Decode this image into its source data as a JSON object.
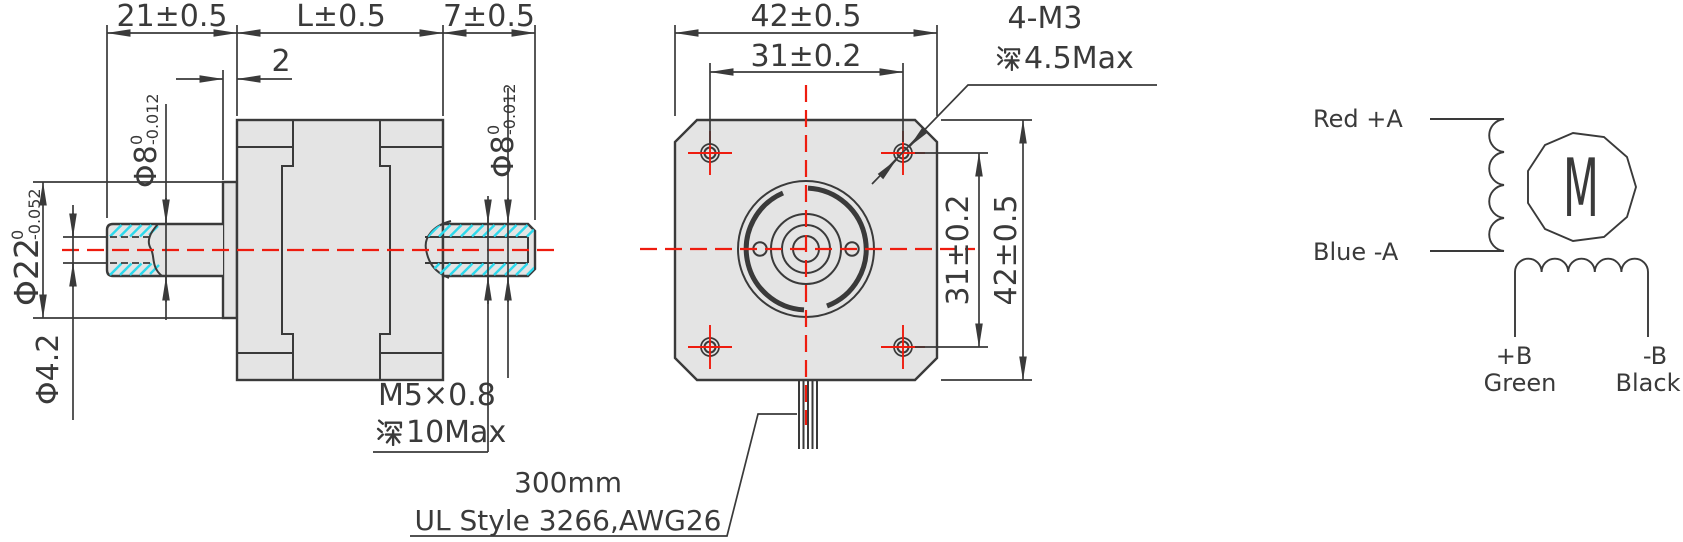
{
  "drawing": {
    "colors": {
      "line": "#3a3a3a",
      "centerline_red": "#ee1c0f",
      "thread_hatch_cyan": "#2dd9ec",
      "body_fill": "#e4e4e4",
      "background": "#ffffff"
    },
    "side_view": {
      "front_shaft_length": "21±0.5",
      "body_length": "L±0.5",
      "rear_shaft_length": "7±0.5",
      "boss_height": "2",
      "front_shaft_dia": {
        "nominal": "Φ8",
        "upper_dev": "0",
        "lower_dev": "-0.012"
      },
      "rear_shaft_dia": {
        "nominal": "Φ8",
        "upper_dev": "0",
        "lower_dev": "-0.012"
      },
      "pilot_boss_dia": {
        "nominal": "Φ22",
        "upper_dev": "0",
        "lower_dev": "-0.052"
      },
      "front_hole_dia": "Φ4.2",
      "rear_tapped_hole": {
        "thread": "M5×0.8",
        "depth_prefix": "深",
        "depth": "10Max"
      }
    },
    "front_view": {
      "overall_width": "42±0.5",
      "overall_height": "42±0.5",
      "hole_spacing_horizontal": "31±0.2",
      "hole_spacing_vertical": "31±0.2",
      "mounting_holes": {
        "label": "4-M3",
        "depth_prefix": "深",
        "depth": "4.5Max"
      },
      "lead_wire": {
        "length": "300mm",
        "spec": "UL Style 3266,AWG26"
      }
    },
    "wiring_diagram": {
      "motor_symbol": "M",
      "phase_a_plus": "Red +A",
      "phase_a_minus": "Blue -A",
      "phase_b_plus_terminal": "+B",
      "phase_b_plus_color": "Green",
      "phase_b_minus_terminal": "-B",
      "phase_b_minus_color": "Black"
    }
  }
}
